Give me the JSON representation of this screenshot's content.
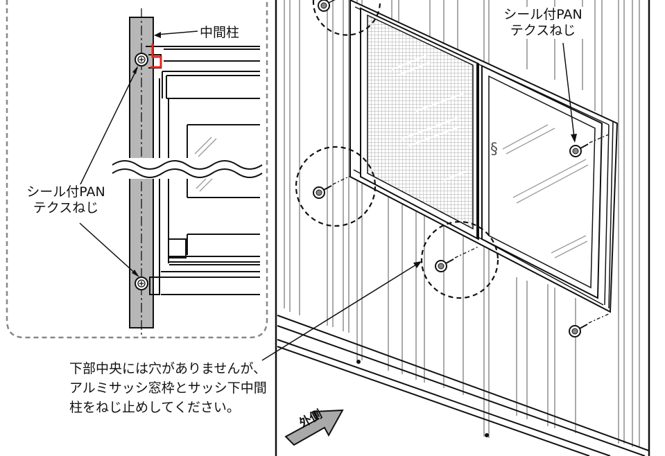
{
  "labels": {
    "middle_post": "中間柱",
    "screw_left_line1": "シール付PAN",
    "screw_left_line2": "テクスねじ",
    "screw_right_line1": "シール付PAN",
    "screw_right_line2": "テクスねじ",
    "note_line1": "下部中央には穴がありませんが、",
    "note_line2": "アルミサッシ窓枠とサッシ下中間",
    "note_line3": "柱をねじ止めしてください。",
    "outside": "外側"
  },
  "colors": {
    "line": "#111111",
    "post_fill": "#b7b7b7",
    "highlight": "#e8231b",
    "glass_line": "#9a9a9a",
    "dashed_frame": "#888888"
  },
  "icons": [
    "screw-icon",
    "arrow-icon"
  ]
}
